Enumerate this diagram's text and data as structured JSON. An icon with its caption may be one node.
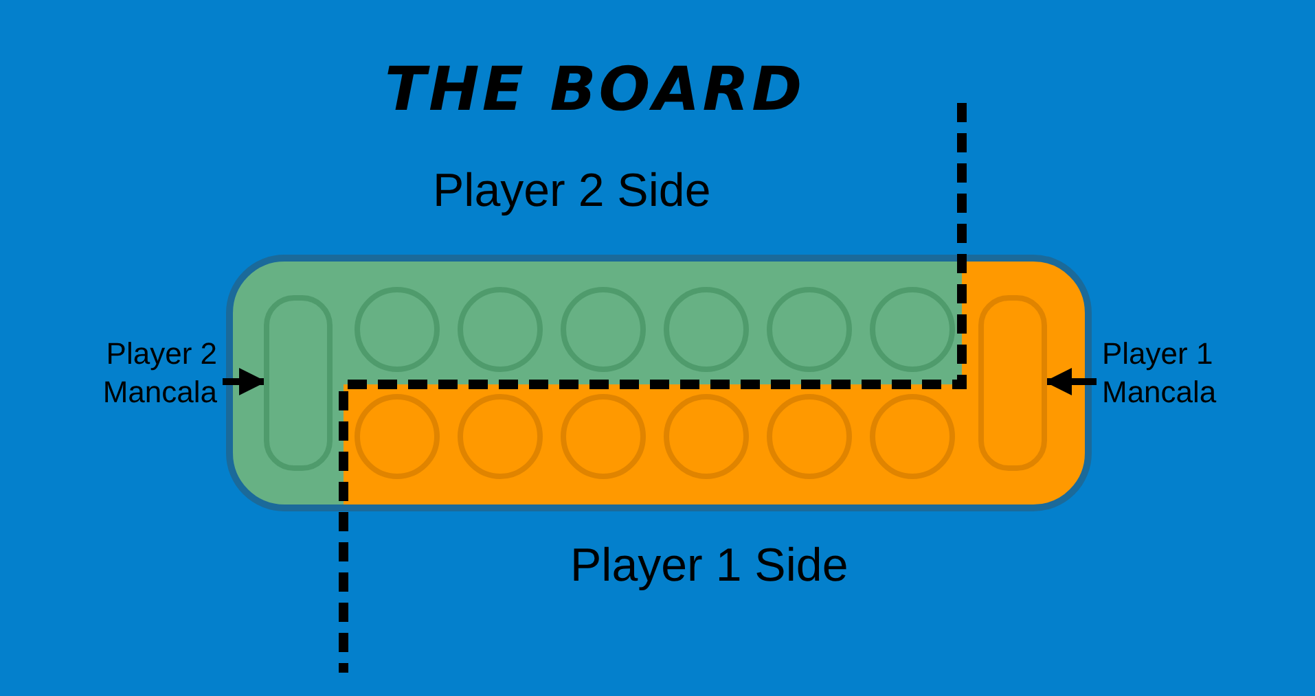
{
  "diagram": {
    "title": "THE BOARD",
    "nodes": [
      {
        "text": [
          "Player 2 Mancala"
        ]
      },
      {
        "text": [],
        "shape": "box"
      },
      {
        "text": [
          "Player 1 Mancala"
        ]
      },
      {
        "text": [],
        "shape": "box"
      }
    ],
    "edges": [
      {
        "from": 0,
        "to": 1,
        "arrow": "to"
      },
      {
        "from": 2,
        "to": 3,
        "arrow": "to"
      }
    ],
    "labels": [
      "Player 2 Side",
      "Player 1 Side"
    ]
  }
}
